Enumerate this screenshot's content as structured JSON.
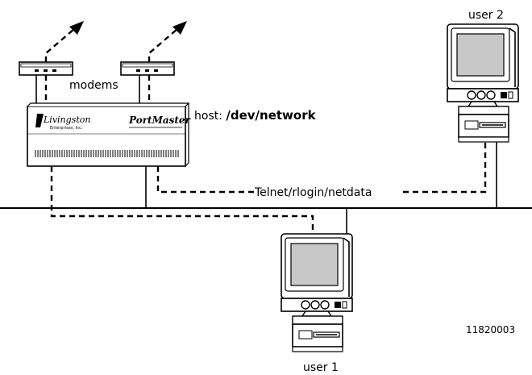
{
  "labels": {
    "modems": "modems",
    "host_prefix": "host: ",
    "host_path": "/dev/network",
    "telnet": "Telnet/rlogin/netdata",
    "user1": "user 1",
    "user2": "user 2",
    "figure_id": "11820003"
  },
  "device": {
    "brand_left": "Livingston",
    "brand_left_sub": "Enterprises, Inc.",
    "brand_right": "PortMaster"
  }
}
